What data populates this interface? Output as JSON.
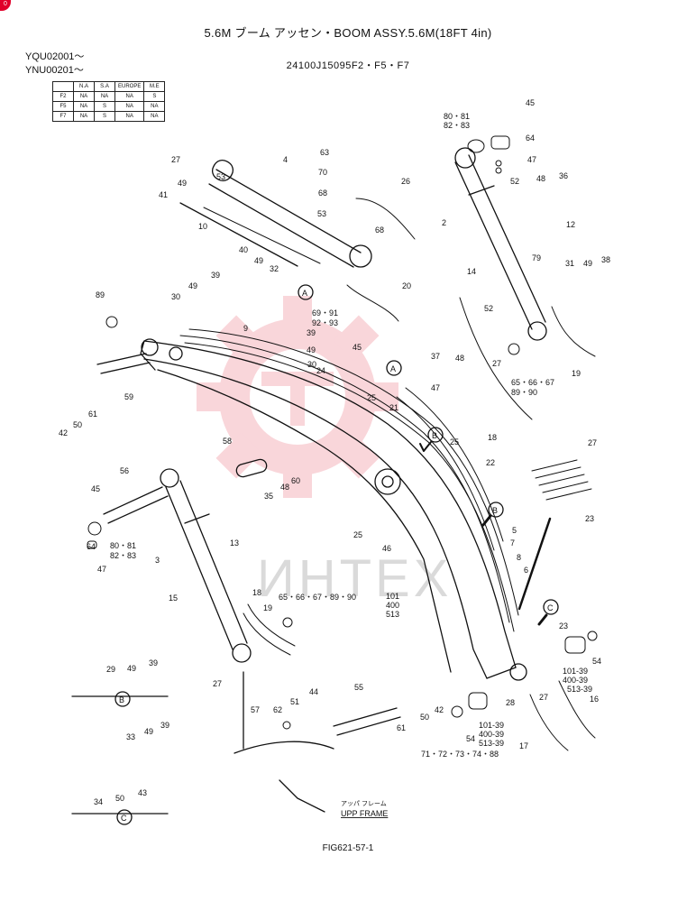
{
  "header": {
    "title": "5.6M ブーム アッセン・BOOM ASSY.5.6M(18FT 4in)",
    "serial_1": "YQU02001～",
    "serial_2": "YNU00201～",
    "part_number": "24100J15095F2・F5・F7",
    "badge": "0"
  },
  "table": {
    "columns": [
      "",
      "N.A",
      "S.A",
      "EUROPE",
      "M.E"
    ],
    "rows": [
      [
        "F2",
        "NA",
        "NA",
        "NA",
        "S"
      ],
      [
        "F5",
        "NA",
        "S",
        "NA",
        "NA"
      ],
      [
        "F7",
        "NA",
        "S",
        "NA",
        "NA"
      ]
    ]
  },
  "watermark": "ИНТЕХ",
  "frame_label_jp": "アッパ フレーム",
  "frame_label_en": "UPP FRAME",
  "detail_b": "B",
  "detail_c": "C",
  "ref_a": "A",
  "figure_number": "FIG621-57-1",
  "callouts": [
    {
      "id": "c45a",
      "t": "45"
    },
    {
      "id": "c8081a",
      "t": "80・81"
    },
    {
      "id": "c8283a",
      "t": "82・83"
    },
    {
      "id": "c64a",
      "t": "64"
    },
    {
      "id": "c47a",
      "t": "47"
    },
    {
      "id": "c48a",
      "t": "48"
    },
    {
      "id": "c36",
      "t": "36"
    },
    {
      "id": "c52a",
      "t": "52"
    },
    {
      "id": "c12",
      "t": "12"
    },
    {
      "id": "c2",
      "t": "2"
    },
    {
      "id": "c27a",
      "t": "27"
    },
    {
      "id": "c4",
      "t": "4"
    },
    {
      "id": "c63",
      "t": "63"
    },
    {
      "id": "c70",
      "t": "70"
    },
    {
      "id": "c68a",
      "t": "68"
    },
    {
      "id": "c26",
      "t": "26"
    },
    {
      "id": "c53a",
      "t": "53"
    },
    {
      "id": "c49a",
      "t": "49"
    },
    {
      "id": "c41",
      "t": "41"
    },
    {
      "id": "c53b",
      "t": "53"
    },
    {
      "id": "c68b",
      "t": "68"
    },
    {
      "id": "c10",
      "t": "10"
    },
    {
      "id": "c40",
      "t": "40"
    },
    {
      "id": "c49b",
      "t": "49"
    },
    {
      "id": "c32",
      "t": "32"
    },
    {
      "id": "c31",
      "t": "31"
    },
    {
      "id": "c49c",
      "t": "49"
    },
    {
      "id": "c38",
      "t": "38"
    },
    {
      "id": "c79",
      "t": "79"
    },
    {
      "id": "c14",
      "t": "14"
    },
    {
      "id": "c39a",
      "t": "39"
    },
    {
      "id": "c49d",
      "t": "49"
    },
    {
      "id": "c30a",
      "t": "30"
    },
    {
      "id": "c20",
      "t": "20"
    },
    {
      "id": "c6991",
      "t": "69・91"
    },
    {
      "id": "c9293",
      "t": "92・93"
    },
    {
      "id": "c89a",
      "t": "89"
    },
    {
      "id": "c9",
      "t": "9"
    },
    {
      "id": "c39b",
      "t": "39"
    },
    {
      "id": "c49e",
      "t": "49"
    },
    {
      "id": "c52b",
      "t": "52"
    },
    {
      "id": "c37",
      "t": "37"
    },
    {
      "id": "c48b",
      "t": "48"
    },
    {
      "id": "c27b",
      "t": "27"
    },
    {
      "id": "c19a",
      "t": "19"
    },
    {
      "id": "c6567a",
      "t": "65・66・67"
    },
    {
      "id": "c8990",
      "t": "89・90"
    },
    {
      "id": "c45b",
      "t": "45"
    },
    {
      "id": "c30b",
      "t": "30"
    },
    {
      "id": "c24",
      "t": "24"
    },
    {
      "id": "c59",
      "t": "59"
    },
    {
      "id": "c42a",
      "t": "42"
    },
    {
      "id": "c50a",
      "t": "50"
    },
    {
      "id": "c61a",
      "t": "61"
    },
    {
      "id": "c25a",
      "t": "25"
    },
    {
      "id": "c47b",
      "t": "47"
    },
    {
      "id": "c21",
      "t": "21"
    },
    {
      "id": "c18a",
      "t": "18"
    },
    {
      "id": "c25b",
      "t": "25"
    },
    {
      "id": "c22",
      "t": "22"
    },
    {
      "id": "c27c",
      "t": "27"
    },
    {
      "id": "c58",
      "t": "58"
    },
    {
      "id": "c56",
      "t": "56"
    },
    {
      "id": "c60",
      "t": "60"
    },
    {
      "id": "c48c",
      "t": "48"
    },
    {
      "id": "c35",
      "t": "35"
    },
    {
      "id": "c25c",
      "t": "25"
    },
    {
      "id": "c46",
      "t": "46"
    },
    {
      "id": "c23a",
      "t": "23"
    },
    {
      "id": "c45c",
      "t": "45"
    },
    {
      "id": "c64b",
      "t": "64"
    },
    {
      "id": "c8081b",
      "t": "80・81"
    },
    {
      "id": "c8283b",
      "t": "82・83"
    },
    {
      "id": "c47c",
      "t": "47"
    },
    {
      "id": "c3",
      "t": "3"
    },
    {
      "id": "c13",
      "t": "13"
    },
    {
      "id": "c5",
      "t": "5"
    },
    {
      "id": "c7",
      "t": "7"
    },
    {
      "id": "c8",
      "t": "8"
    },
    {
      "id": "c6",
      "t": "6"
    },
    {
      "id": "c15",
      "t": "15"
    },
    {
      "id": "c18b",
      "t": "18"
    },
    {
      "id": "c19b",
      "t": "19"
    },
    {
      "id": "c6590",
      "t": "65・66・67・89・90"
    },
    {
      "id": "c101a",
      "t": "101"
    },
    {
      "id": "c400a",
      "t": "400"
    },
    {
      "id": "c513a",
      "t": "513"
    },
    {
      "id": "c23b",
      "t": "23"
    },
    {
      "id": "c54a",
      "t": "54"
    },
    {
      "id": "c29",
      "t": "29"
    },
    {
      "id": "c49f",
      "t": "49"
    },
    {
      "id": "c39c",
      "t": "39"
    },
    {
      "id": "c27d",
      "t": "27"
    },
    {
      "id": "c10139a",
      "t": "101-39"
    },
    {
      "id": "c40039a",
      "t": "400-39"
    },
    {
      "id": "c51339a",
      "t": "513-39"
    },
    {
      "id": "c16",
      "t": "16"
    },
    {
      "id": "c28",
      "t": "28"
    },
    {
      "id": "c27e",
      "t": "27"
    },
    {
      "id": "c55",
      "t": "55"
    },
    {
      "id": "c44",
      "t": "44"
    },
    {
      "id": "c51",
      "t": "51"
    },
    {
      "id": "c62",
      "t": "62"
    },
    {
      "id": "c57",
      "t": "57"
    },
    {
      "id": "c61b",
      "t": "61"
    },
    {
      "id": "c50b",
      "t": "50"
    },
    {
      "id": "c42b",
      "t": "42"
    },
    {
      "id": "c54b",
      "t": "54"
    },
    {
      "id": "c10139b",
      "t": "101-39"
    },
    {
      "id": "c40039b",
      "t": "400-39"
    },
    {
      "id": "c51339b",
      "t": "513-39"
    },
    {
      "id": "c7188",
      "t": "71・72・73・74・88"
    },
    {
      "id": "c17",
      "t": "17"
    },
    {
      "id": "c33",
      "t": "33"
    },
    {
      "id": "c49g",
      "t": "49"
    },
    {
      "id": "c39d",
      "t": "39"
    },
    {
      "id": "c34",
      "t": "34"
    },
    {
      "id": "c50c",
      "t": "50"
    },
    {
      "id": "c43",
      "t": "43"
    }
  ]
}
